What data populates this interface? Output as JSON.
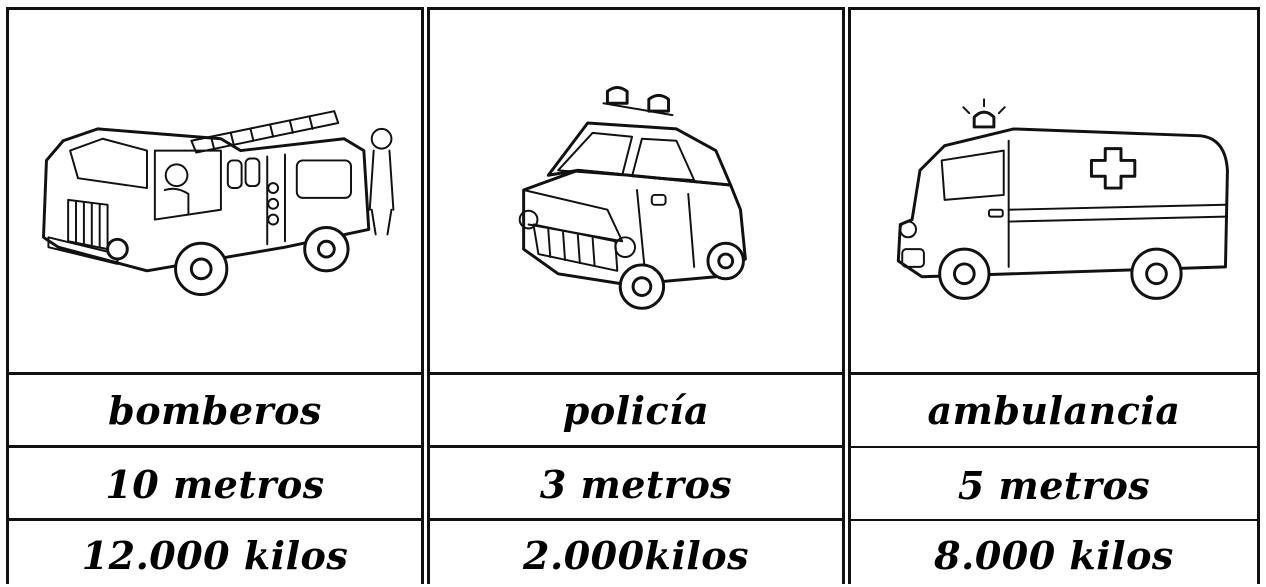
{
  "cards": [
    {
      "image_icon": "fire-truck-icon",
      "name": "bomberos",
      "length": "10 metros",
      "weight": "12.000 kilos"
    },
    {
      "image_icon": "police-car-icon",
      "name": "policía",
      "length": "3 metros",
      "weight": "2.000kilos"
    },
    {
      "image_icon": "ambulance-icon",
      "name": "ambulancia",
      "length": "5 metros",
      "weight": "8.000 kilos"
    }
  ]
}
